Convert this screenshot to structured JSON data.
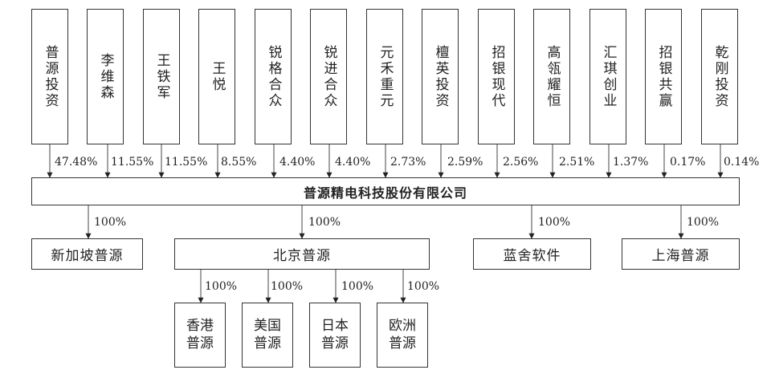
{
  "diagram": {
    "type": "org-structure",
    "company": "普源精电科技股份有限公司",
    "shareholders": [
      {
        "name": "普源投资",
        "share": "47.48%"
      },
      {
        "name": "李维森",
        "share": "11.55%"
      },
      {
        "name": "王铁军",
        "share": "11.55%"
      },
      {
        "name": "王悦",
        "share": "8.55%"
      },
      {
        "name": "锐格合众",
        "share": "4.40%"
      },
      {
        "name": "锐进合众",
        "share": "4.40%"
      },
      {
        "name": "元禾重元",
        "share": "2.73%"
      },
      {
        "name": "檀英投资",
        "share": "2.59%"
      },
      {
        "name": "招银现代",
        "share": "2.56%"
      },
      {
        "name": "高瓴耀恒",
        "share": "2.51%"
      },
      {
        "name": "汇琪创业",
        "share": "1.37%"
      },
      {
        "name": "招银共赢",
        "share": "0.17%"
      },
      {
        "name": "乾刚投资",
        "share": "0.14%"
      }
    ],
    "subsidiaries": [
      {
        "name": "新加坡普源",
        "share": "100%"
      },
      {
        "name": "北京普源",
        "share": "100%"
      },
      {
        "name": "蓝舍软件",
        "share": "100%"
      },
      {
        "name": "上海普源",
        "share": "100%"
      }
    ],
    "beijing_subsidiaries": [
      {
        "name_line1": "香港",
        "name_line2": "普源",
        "share": "100%"
      },
      {
        "name_line1": "美国",
        "name_line2": "普源",
        "share": "100%"
      },
      {
        "name_line1": "日本",
        "name_line2": "普源",
        "share": "100%"
      },
      {
        "name_line1": "欧洲",
        "name_line2": "普源",
        "share": "100%"
      }
    ]
  }
}
